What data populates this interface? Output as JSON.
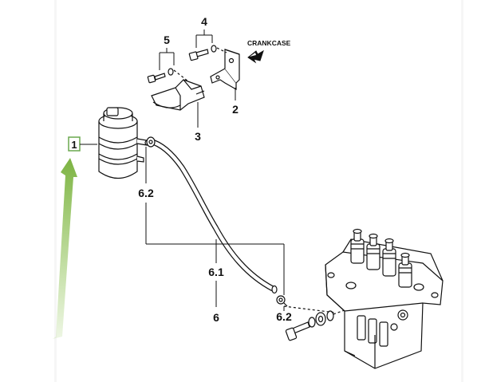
{
  "diagram": {
    "labels": {
      "item1": "1",
      "item2": "2",
      "item3": "3",
      "item4": "4",
      "item5": "5",
      "item6": "6",
      "item61": "6.1",
      "item62_top": "6.2",
      "item62_bottom": "6.2",
      "crankcase": "CRANKCASE"
    },
    "colors": {
      "line": "#111111",
      "highlight_box": "#6aa84f",
      "arrow": "#8bc34a"
    },
    "highlighted_part": "1"
  }
}
